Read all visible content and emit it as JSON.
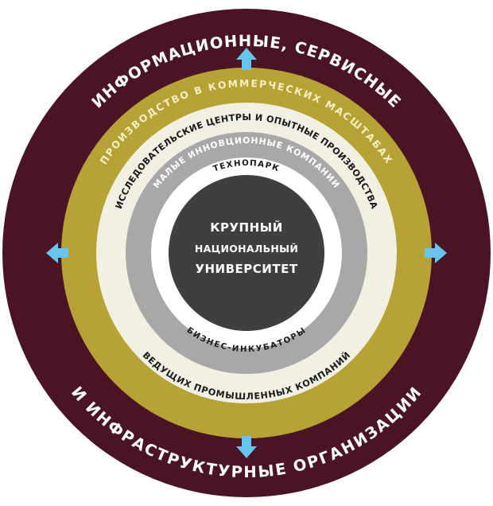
{
  "diagram": {
    "outer_ring": {
      "top_label": "ИНФОРМАЦИОННЫЕ, СЕРВИСНЫЕ",
      "bottom_label": "И ИНФРАСТРУКТУРНЫЕ ОРГАНИЗАЦИИ"
    },
    "gold_ring": {
      "top_label": "ПРОИЗВОДСТВО В КОММЕРЧЕСКИХ МАСШТАБАХ"
    },
    "light_ring": {
      "top_label": "ИССЛЕДОВАТЕЛЬСКИЕ ЦЕНТРЫ И ОПЫТНЫЕ ПРОИЗВОДСТВА",
      "bottom_label": "ВЕДУЩИХ ПРОМЫШЛЕННЫХ КОМПАНИЙ"
    },
    "gray_ring": {
      "top_label": "МАЛЫЕ ИННОВЦИОННЫЕ КОМПАНИИ"
    },
    "white_ring": {
      "top_label": "ТЕХНОПАРК",
      "bottom_label": "БИЗНЕС-ИНКУБАТОРЫ"
    },
    "core": {
      "line1": "КРУПНЫЙ",
      "line2": "НАЦИОНАЛЬНЫЙ",
      "line3": "УНИВЕРСИТЕТ"
    },
    "colors": {
      "outer": "#4b1424",
      "gold": "#b7a236",
      "light": "#f1f0e3",
      "gray": "#a8a8a8",
      "core": "#3f3f3f",
      "arrow": "#67c4ec",
      "text_light": "#ffffff",
      "text_gold": "#f5efc4",
      "text_dark": "#1a1a1a"
    },
    "arrow_icons": [
      "arrow-up-icon",
      "arrow-down-icon",
      "arrow-left-icon",
      "arrow-right-icon"
    ]
  }
}
